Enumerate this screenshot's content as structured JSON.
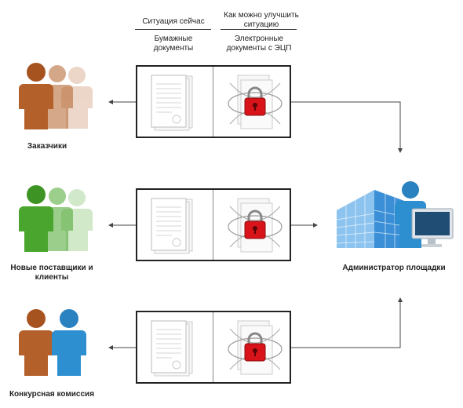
{
  "headers": {
    "current": "Ситуация сейчас",
    "improve": "Как можно улучшить ситуацию",
    "paper": "Бумажные документы",
    "electronic": "Электронные документы с ЭЦП"
  },
  "actors": {
    "customers": "Заказчики",
    "new_suppliers": "Новые поставщики и клиенты",
    "commission": "Конкурсная комиссия",
    "admin": "Администратор площадки"
  },
  "colors": {
    "customers": "#b4602a",
    "new_suppliers": "#4aa52e",
    "commission_left": "#b4602a",
    "commission_right": "#2e8fd0",
    "admin": "#2e8fd0",
    "lock": "#d8141a"
  }
}
